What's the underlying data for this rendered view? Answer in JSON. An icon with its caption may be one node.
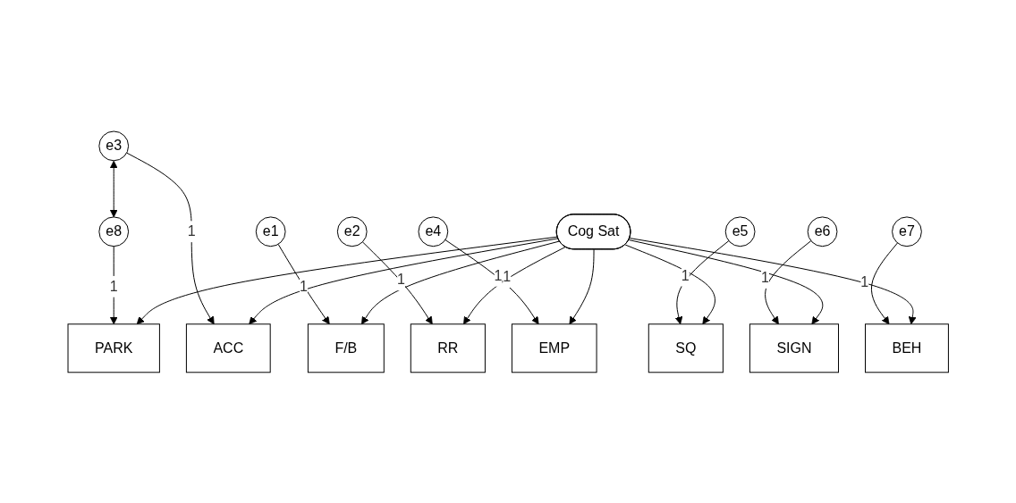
{
  "diagram": {
    "nodes": [
      {
        "text": [
          "e1"
        ]
      },
      {
        "text": [
          "e2"
        ]
      },
      {
        "text": [
          "e3"
        ]
      },
      {
        "text": [
          "e4"
        ]
      },
      {
        "text": [
          "e5"
        ]
      },
      {
        "text": [
          "e6"
        ]
      },
      {
        "text": [
          "e7"
        ]
      },
      {
        "text": [
          "e8"
        ]
      },
      {
        "text": [
          "F/B"
        ]
      },
      {
        "text": [
          "RR"
        ]
      },
      {
        "text": [
          "ACC"
        ]
      },
      {
        "text": [
          "EMP"
        ]
      },
      {
        "text": [
          "SQ"
        ]
      },
      {
        "text": [
          "SIGN"
        ]
      },
      {
        "text": [
          "BEH"
        ]
      },
      {
        "text": [
          "PARK"
        ]
      },
      {
        "text": [
          "Cog Sat"
        ]
      }
    ],
    "edges": [
      {
        "from": 2,
        "to": 7,
        "arrow": "both"
      },
      {
        "from": 0,
        "to": 8,
        "arrow": "to",
        "label": "1"
      },
      {
        "from": 1,
        "to": 9,
        "arrow": "to",
        "label": "1"
      },
      {
        "from": 2,
        "to": 10,
        "arrow": "to",
        "label": "1"
      },
      {
        "from": 3,
        "to": 11,
        "arrow": "to",
        "label": "1"
      },
      {
        "from": 4,
        "to": 12,
        "arrow": "to",
        "label": "1"
      },
      {
        "from": 5,
        "to": 13,
        "arrow": "to",
        "label": "1"
      },
      {
        "from": 6,
        "to": 14,
        "arrow": "to",
        "label": "1"
      },
      {
        "from": 7,
        "to": 15,
        "arrow": "to",
        "label": "1"
      },
      {
        "from": 16,
        "to": 8,
        "arrow": "to"
      },
      {
        "from": 16,
        "to": 9,
        "arrow": "to",
        "label": "1"
      },
      {
        "from": 16,
        "to": 10,
        "arrow": "to"
      },
      {
        "from": 16,
        "to": 11,
        "arrow": "to"
      },
      {
        "from": 16,
        "to": 12,
        "arrow": "to"
      },
      {
        "from": 16,
        "to": 13,
        "arrow": "to"
      },
      {
        "from": 16,
        "to": 14,
        "arrow": "to"
      },
      {
        "from": 16,
        "to": 15,
        "arrow": "to"
      }
    ]
  }
}
